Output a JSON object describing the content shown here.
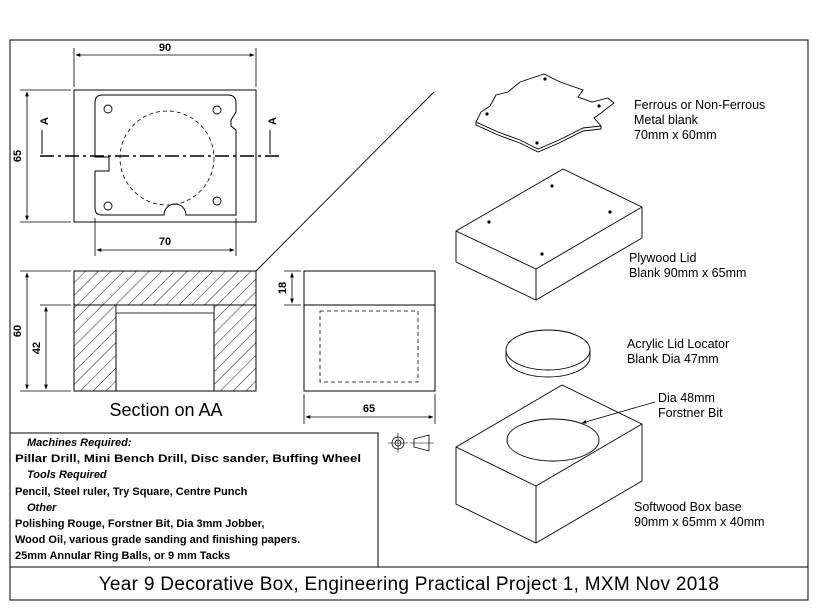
{
  "drawing": {
    "title_block": "Year 9 Decorative Box, Engineering Practical Project 1, MXM Nov 2018",
    "section_caption": "Section on AA",
    "section_marks": [
      "A",
      "A"
    ],
    "dimensions": {
      "plan_width": "90",
      "plan_height": "65",
      "plan_inner_width": "70",
      "section_height": "60",
      "section_cavity_depth": "42",
      "side_lid_height": "18",
      "side_width": "65"
    },
    "parts": [
      {
        "lines": [
          "Ferrous or Non-Ferrous",
          "Metal blank",
          "70mm x 60mm"
        ]
      },
      {
        "lines": [
          "Plywood Lid",
          "Blank 90mm x 65mm"
        ]
      },
      {
        "lines": [
          "Acrylic Lid Locator",
          "Blank Dia 47mm"
        ]
      },
      {
        "lines": [
          "Dia 48mm",
          "Forstner Bit"
        ]
      },
      {
        "lines": [
          "Softwood Box base",
          "90mm x 65mm x 40mm"
        ]
      }
    ],
    "materials": {
      "machines_heading": "Machines Required:",
      "machines": "Pillar Drill, Mini Bench Drill,  Disc sander, Buffing Wheel",
      "tools_heading": "Tools Required",
      "tools": "Pencil, Steel ruler, Try Square, Centre Punch",
      "other_heading": "Other",
      "other_lines": [
        "Polishing Rouge, Forstner Bit, Dia 3mm Jobber,",
        "Wood Oil, various grade sanding and finishing papers.",
        "25mm Annular Ring Balls, or 9 mm Tacks"
      ]
    }
  }
}
